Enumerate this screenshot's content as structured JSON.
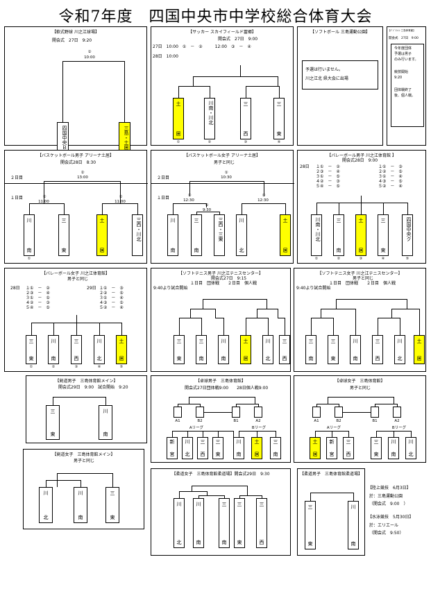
{
  "title": "令和7年度　四国中央市中学校総合体育大会",
  "p1": {
    "head": "【軟式野球 川之江球場】",
    "info": "開会式　27日　9:20",
    "round": "①",
    "time": "10:00",
    "teams": [
      {
        "name": "四国中央ＢＣ",
        "y": false
      },
      {
        "name": "三島・土居",
        "y": true
      }
    ]
  },
  "p2": {
    "head": "【サッカー スカイフィールド冨郷】",
    "info": "開会式　27日　9:00",
    "l1": "27日　10:00　①　－　②　　　12:00　③　－　④",
    "l2": "28日　10:00",
    "teams": [
      {
        "name": "土",
        "b": "居",
        "y": true,
        "s": "①"
      },
      {
        "name": "川南・川北",
        "b": "",
        "y": false,
        "s": "②"
      },
      {
        "name": "三",
        "b": "西",
        "y": false,
        "s": "③"
      },
      {
        "name": "三",
        "b": "東",
        "y": false,
        "s": "④"
      }
    ]
  },
  "p3": {
    "head": "【ソフトボール 三島運動公園】",
    "note": [
      "予選は行いません。",
      "川之江北 県大会に出場"
    ]
  },
  "p4": {
    "head": "【ﾊﾞﾄﾞﾐﾝﾄﾝ 三島体育館】",
    "l1": "開会式　27日　9:00",
    "notes": [
      "今年度団体",
      "予選は男子",
      "のみ行います。",
      "",
      "競技開始",
      "9:20",
      "",
      "団体戦終了",
      "後、個人戦。"
    ]
  },
  "p5": {
    "head": "【バスケットボール男子 アリーナ土居】",
    "info": "開会式28日　8:30",
    "d2": "２日目",
    "d1": "１日目",
    "r": [
      "②",
      "13:00",
      "②",
      "11:00",
      "②",
      "11:00"
    ],
    "teams": [
      {
        "name": "川",
        "b": "南",
        "y": false,
        "s": "①"
      },
      {
        "name": "三",
        "b": "東",
        "y": false,
        "s": ""
      },
      {
        "name": "土",
        "b": "居",
        "y": true,
        "s": ""
      },
      {
        "name": "三西・川北",
        "b": "",
        "y": false,
        "s": ""
      }
    ]
  },
  "p6": {
    "head": "【バスケットボール女子 アリーナ土居】",
    "info": "男子と同じ",
    "d2": "２日目",
    "d1": "１日目",
    "r": [
      "①",
      "10:30",
      "①",
      "12:30",
      "①",
      "9:30",
      "①",
      "12:30"
    ],
    "teams": [
      {
        "name": "川",
        "b": "南",
        "y": false,
        "s": ""
      },
      {
        "name": "三",
        "b": "南",
        "y": false,
        "s": ""
      },
      {
        "name": "三西・三東",
        "b": "",
        "y": false,
        "s": ""
      },
      {
        "name": "川",
        "b": "北",
        "y": false,
        "s": ""
      },
      {
        "name": "土",
        "b": "居",
        "y": true,
        "s": ""
      }
    ]
  },
  "p7": {
    "head": "【バレーボール男子 川之江体育館 】",
    "info": "開会式28日　9:00",
    "d": "28日",
    "m1": [
      "１①　－　②",
      "２③　－　④",
      "３①　－　⑤",
      "４②　－　③",
      "５④　－　⑤"
    ],
    "m2": [
      "１①　－　③",
      "２②　－　⑤",
      "３①　－　④",
      "４③　－　⑤",
      "５②　－　④"
    ],
    "teams": [
      {
        "name": "川南・川北",
        "b": "",
        "y": false,
        "s": "①"
      },
      {
        "name": "三",
        "b": "南",
        "y": false,
        "s": "②"
      },
      {
        "name": "土",
        "b": "居",
        "y": true,
        "s": "③"
      },
      {
        "name": "三",
        "b": "東",
        "y": false,
        "s": "④"
      },
      {
        "name": "四国中央ク",
        "b": "",
        "y": false,
        "s": "⑤"
      }
    ]
  },
  "p8": {
    "head": "【バレーボール女子 川之江体育館】",
    "info": "男子と同じ",
    "d1": "28日",
    "d2": "29日",
    "m1": [
      "１①　－　②",
      "２③　－　④",
      "３①　－　⑤",
      "４②　－　③",
      "５④　－　⑤"
    ],
    "m2": [
      "１①　－　③",
      "２②　－　⑤",
      "３①　－　④",
      "４③　－　⑤",
      "５②　－　④"
    ],
    "teams": [
      {
        "name": "三",
        "b": "東",
        "y": false,
        "s": "①"
      },
      {
        "name": "川",
        "b": "南",
        "y": false,
        "s": "②"
      },
      {
        "name": "三",
        "b": "西",
        "y": false,
        "s": "③"
      },
      {
        "name": "川",
        "b": "北",
        "y": false,
        "s": "④"
      },
      {
        "name": "土",
        "b": "居",
        "y": true,
        "s": "⑤"
      }
    ]
  },
  "p9": {
    "head": "【ソフトテニス男子 川之江テニスセンター】",
    "info": "開会式27日　9:15",
    "l1": "9:40より試合開始",
    "l2": "１日目　団体戦　　２日目　個人戦",
    "teams": [
      {
        "name": "三",
        "b": "東",
        "y": false
      },
      {
        "name": "三",
        "b": "南",
        "y": false
      },
      {
        "name": "川",
        "b": "南",
        "y": false
      },
      {
        "name": "土",
        "b": "居",
        "y": true
      },
      {
        "name": "川",
        "b": "北",
        "y": false
      },
      {
        "name": "三",
        "b": "西",
        "y": false
      }
    ]
  },
  "p10": {
    "head": "【ソフトテニス女子 川之江テニスセンター】",
    "info": "男子と同じ",
    "l1": "9:40より試合開始",
    "l2": "１日目　団体戦　　２日目　個人戦",
    "teams": [
      {
        "name": "三",
        "b": "南",
        "y": false
      },
      {
        "name": "三",
        "b": "東",
        "y": false
      },
      {
        "name": "川",
        "b": "南",
        "y": false
      },
      {
        "name": "三",
        "b": "西",
        "y": false
      },
      {
        "name": "川",
        "b": "北",
        "y": false
      },
      {
        "name": "土",
        "b": "居",
        "y": true
      }
    ]
  },
  "p11": {
    "head": "【剣道男子　三島体育館メイン】",
    "info": "開会式29日　9:00　試合開始　9:20",
    "teams": [
      {
        "name": "三",
        "b": "東",
        "y": false
      },
      {
        "name": "川",
        "b": "南",
        "y": false
      }
    ]
  },
  "p12": {
    "head": "【卓球男子　三島体育館】",
    "info": "開会式27日団体戦9:00　　28日個人戦9:00",
    "labels": [
      "A1",
      "B2",
      "B1",
      "A2"
    ],
    "league": [
      "Aリーグ",
      "Bリーグ"
    ],
    "teams": [
      {
        "name": "新",
        "b": "宮",
        "y": false
      },
      {
        "name": "川",
        "b": "北",
        "y": false
      },
      {
        "name": "三",
        "b": "西",
        "y": false
      },
      {
        "name": "三",
        "b": "東",
        "y": false
      },
      {
        "name": "川",
        "b": "南",
        "y": false
      },
      {
        "name": "土",
        "b": "居",
        "y": true
      },
      {
        "name": "三",
        "b": "南",
        "y": false
      }
    ]
  },
  "p13": {
    "head": "【卓球女子　三島体育館】",
    "info": "男子と同じ",
    "labels": [
      "A1",
      "B2",
      "B1",
      "A2"
    ],
    "league": [
      "Aリーグ",
      "Bリーグ"
    ],
    "teams": [
      {
        "name": "土",
        "b": "居",
        "y": true
      },
      {
        "name": "新",
        "b": "宮",
        "y": false
      },
      {
        "name": "三",
        "b": "西",
        "y": false
      },
      {
        "name": "三",
        "b": "東",
        "y": false
      },
      {
        "name": "川",
        "b": "南",
        "y": false
      },
      {
        "name": "川",
        "b": "北",
        "y": false
      }
    ]
  },
  "p14": {
    "head": "【剣道女子　三島体育館メイン】",
    "info": "男子と同じ",
    "teams": [
      {
        "name": "川",
        "b": "北",
        "y": false
      },
      {
        "name": "川",
        "b": "南",
        "y": false
      },
      {
        "name": "三",
        "b": "東",
        "y": false
      }
    ]
  },
  "p15": {
    "head": "【柔道女子　三島体育館柔道場】開会式29日　9:30",
    "teams": [
      {
        "name": "川",
        "b": "北",
        "y": false
      },
      {
        "name": "川",
        "b": "南",
        "y": false
      },
      {
        "name": "三",
        "b": "南",
        "y": false
      },
      {
        "name": "三",
        "b": "東",
        "y": false
      },
      {
        "name": "三",
        "b": "西",
        "y": false
      }
    ]
  },
  "p16": {
    "head": "【柔道男子　三島体育館柔道場】",
    "teams": [
      {
        "name": "三",
        "b": "東",
        "y": false
      },
      {
        "name": "川",
        "b": "南",
        "y": false
      }
    ]
  },
  "side": {
    "l1": "【陸上競技　6月3日】",
    "l2": "於：三島運動公園",
    "l3": "（開会式　9:00　）",
    "l4": "【水泳競技　5月30日】",
    "l5": "於：エリエール",
    "l6": "（開会式　9:50）"
  }
}
